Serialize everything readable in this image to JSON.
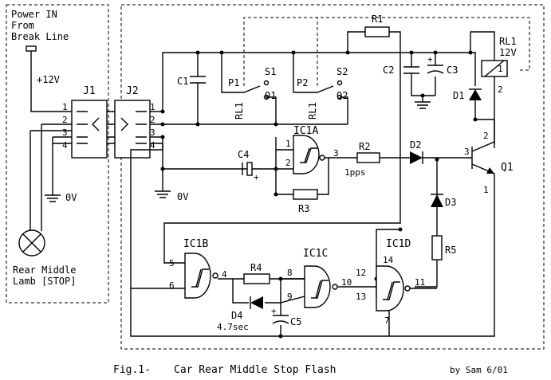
{
  "power_box": {
    "line1": "Power IN",
    "line2": "From",
    "line3": "Break Line",
    "voltage": "+12V",
    "ground": "0V"
  },
  "lamp": {
    "line1": "Rear Middle",
    "line2": "Lamb [STOP]"
  },
  "connectors": {
    "j1": "J1",
    "j2": "J2",
    "pins": [
      "1",
      "2",
      "3",
      "4"
    ]
  },
  "ground_main": "0V",
  "components": {
    "c1": "C1",
    "c2": "C2",
    "c3": "C3",
    "c4": "C4",
    "c5": "C5",
    "r1": "R1",
    "r2": "R2",
    "r3": "R3",
    "r4": "R4",
    "r5": "R5",
    "d1": "D1",
    "d2": "D2",
    "d3": "D3",
    "d4": "D4",
    "q1": "Q1",
    "rl1": "RL1",
    "rl1_rating": "12V",
    "ic1a": "IC1A",
    "ic1b": "IC1B",
    "ic1c": "IC1C",
    "ic1d": "IC1D"
  },
  "relay_contacts": {
    "p1": "P1",
    "p2": "P2",
    "s1": "S1",
    "s2": "S2",
    "o1": "O1",
    "o2": "O2",
    "rl1_side": "RL1"
  },
  "pins": {
    "ic1a_1": "1",
    "ic1a_2": "2",
    "ic1a_3": "3",
    "ic1b_5": "5",
    "ic1b_6": "6",
    "ic1b_4": "4",
    "ic1c_8": "8",
    "ic1c_9": "9",
    "ic1c_10": "10",
    "ic1d_12": "12",
    "ic1d_13": "13",
    "ic1d_11": "11",
    "ic1d_14": "14",
    "ic1d_7": "7",
    "q1_1": "1",
    "q1_2": "2",
    "q1_3": "3",
    "rl1_1": "1",
    "rl1_2": "2"
  },
  "annotations": {
    "pps": "1pps",
    "delay": "4.7sec",
    "plus": "+"
  },
  "caption": {
    "fig": "Fig.1-",
    "title": "Car Rear Middle Stop Flash",
    "author": "by Sam 6/01"
  }
}
